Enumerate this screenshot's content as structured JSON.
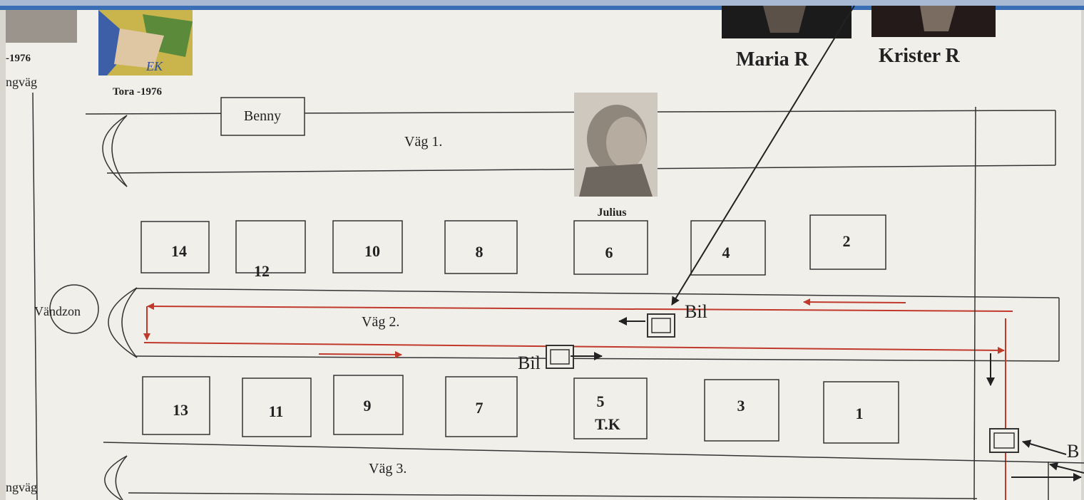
{
  "portraits": {
    "top_left": {
      "caption": "-1976"
    },
    "tora": {
      "caption": "Tora -1976",
      "scribble": "EK"
    },
    "maria": {
      "caption": "Maria R"
    },
    "krister": {
      "caption": "Krister R"
    },
    "julius": {
      "caption": "Julius"
    }
  },
  "side_labels": {
    "top": "ngväg",
    "bottom": "ngväg",
    "turnaround": "Vändzon"
  },
  "roads": {
    "road1": "Väg 1.",
    "road2": "Väg 2.",
    "road3": "Väg 3."
  },
  "benny": "Benny",
  "plots": [
    "14",
    "12",
    "10",
    "8",
    "6",
    "4",
    "2",
    "13",
    "11",
    "9",
    "7",
    "5",
    "3",
    "1"
  ],
  "plot5_extra": "T.K",
  "cars": {
    "upper": "Bil",
    "lower": "Bil",
    "right": "B"
  },
  "colors": {
    "paper": "#f1efea",
    "frame": "#2f6db8",
    "route": "#c0392b",
    "ink": "#222222"
  }
}
